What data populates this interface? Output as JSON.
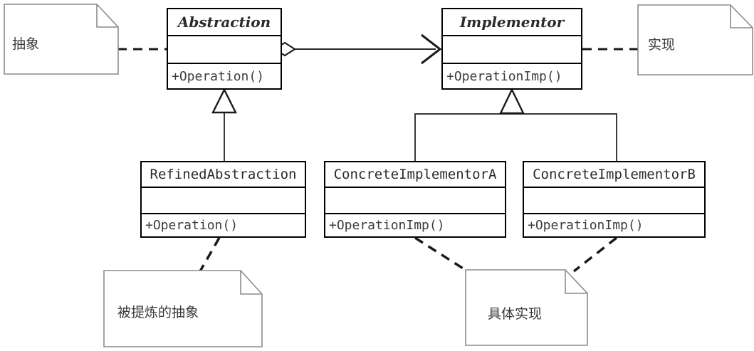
{
  "diagram": {
    "title": "Bridge Pattern UML Class Diagram",
    "type": "uml-class-diagram",
    "colors": {
      "class_border": "#000000",
      "note_border": "#888888",
      "edge_line": "#2b2b2b",
      "text": "#333333",
      "background": "#ffffff"
    }
  },
  "classes": {
    "abstraction": {
      "name": "Abstraction",
      "is_abstract": true,
      "attributes": "",
      "operations": "+Operation()"
    },
    "implementor": {
      "name": "Implementor",
      "is_abstract": true,
      "attributes": "",
      "operations": "+OperationImp()"
    },
    "refined_abstraction": {
      "name": "RefinedAbstraction",
      "is_abstract": false,
      "attributes": "",
      "operations": "+Operation()"
    },
    "concrete_implementor_a": {
      "name": "ConcreteImplementorA",
      "is_abstract": false,
      "attributes": "",
      "operations": "+OperationImp()"
    },
    "concrete_implementor_b": {
      "name": "ConcreteImplementorB",
      "is_abstract": false,
      "attributes": "",
      "operations": "+OperationImp()"
    }
  },
  "notes": {
    "abstraction_note": {
      "text": "抽象"
    },
    "implementor_note": {
      "text": "实现"
    },
    "refined_abstraction_note": {
      "text": "被提炼的抽象"
    },
    "concrete_implementation_note": {
      "text": "具体实现"
    }
  },
  "relationships": [
    {
      "kind": "aggregation",
      "from": "Abstraction",
      "to": "Implementor",
      "style": "solid",
      "source_decoration": "open-diamond",
      "target_decoration": "open-arrow"
    },
    {
      "kind": "generalization",
      "from": "RefinedAbstraction",
      "to": "Abstraction",
      "style": "solid",
      "target_decoration": "hollow-triangle"
    },
    {
      "kind": "generalization",
      "from": "ConcreteImplementorA",
      "to": "Implementor",
      "style": "solid",
      "target_decoration": "hollow-triangle"
    },
    {
      "kind": "generalization",
      "from": "ConcreteImplementorB",
      "to": "Implementor",
      "style": "solid",
      "target_decoration": "hollow-triangle"
    },
    {
      "kind": "note-link",
      "from": "抽象",
      "to": "Abstraction",
      "style": "dashed"
    },
    {
      "kind": "note-link",
      "from": "实现",
      "to": "Implementor",
      "style": "dashed"
    },
    {
      "kind": "note-link",
      "from": "被提炼的抽象",
      "to": "RefinedAbstraction",
      "style": "dashed"
    },
    {
      "kind": "note-link",
      "from": "具体实现",
      "to": "ConcreteImplementorA",
      "style": "dashed"
    },
    {
      "kind": "note-link",
      "from": "具体实现",
      "to": "ConcreteImplementorB",
      "style": "dashed"
    }
  ]
}
